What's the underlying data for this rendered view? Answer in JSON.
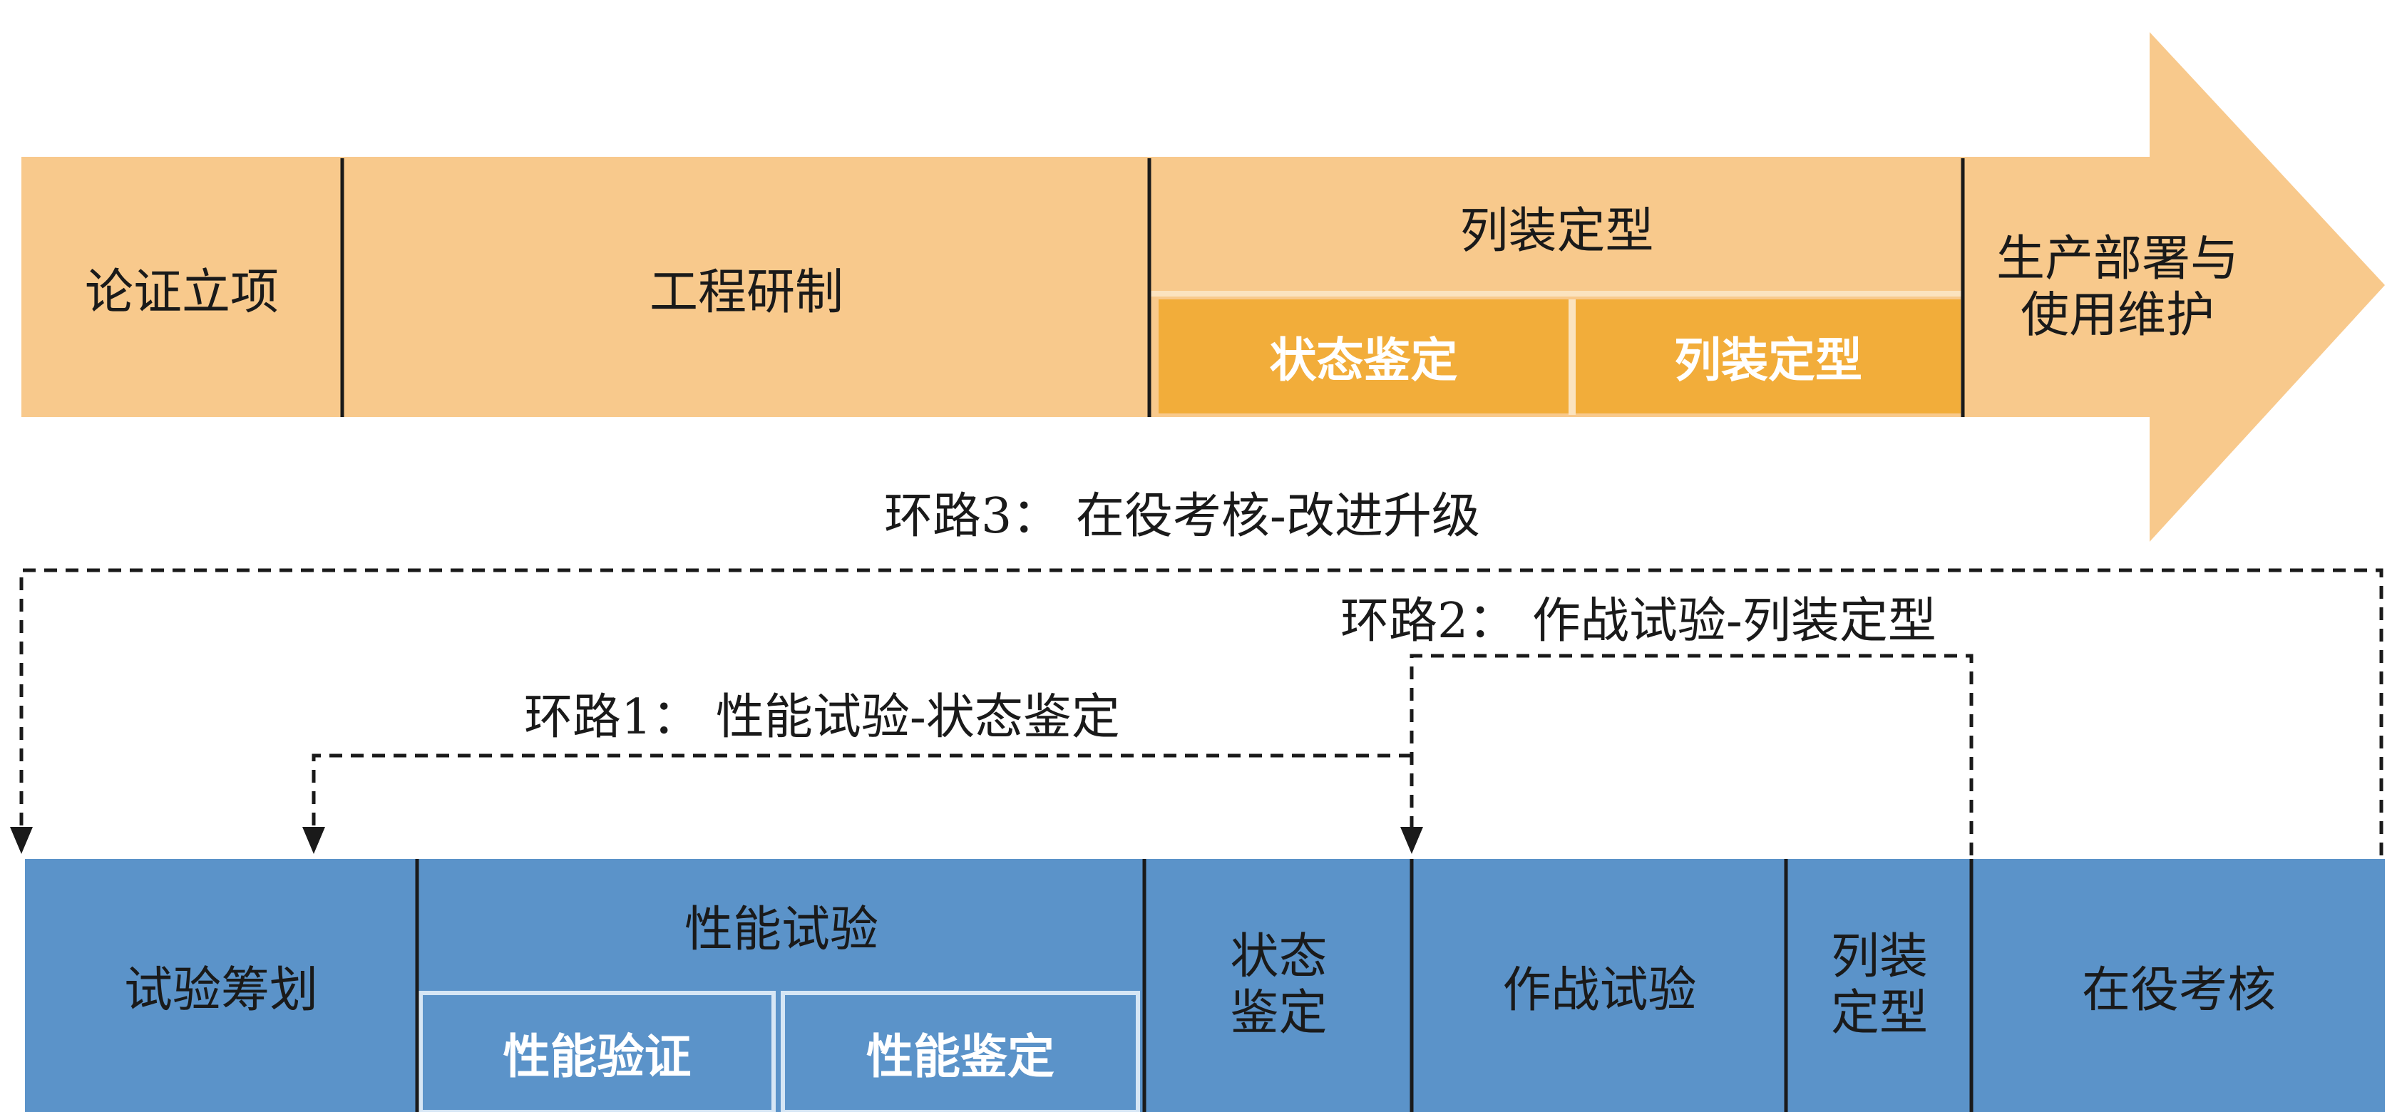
{
  "lifecycle": {
    "stage1": "论证立项",
    "stage2": "工程研制",
    "stage3": "列装定型",
    "stage3_sub1": "状态鉴定",
    "stage3_sub2": "列装定型",
    "stage4_line1": "生产部署与",
    "stage4_line2": "使用维护"
  },
  "loops": {
    "loop1": "环路1： 性能试验-状态鉴定",
    "loop2": "环路2： 作战试验-列装定型",
    "loop3": "环路3： 在役考核-改进升级"
  },
  "test_flow": {
    "planning": "试验筹划",
    "performance": "性能试验",
    "perf_verify": "性能验证",
    "perf_appraise": "性能鉴定",
    "state_line1": "状态",
    "state_line2": "鉴定",
    "combat": "作战试验",
    "equip_line1": "列装",
    "equip_line2": "定型",
    "in_service": "在役考核"
  },
  "colors": {
    "top_band": "#f8c98c",
    "top_sub": "#f2ad3a",
    "bottom_band": "#5b93c9",
    "bottom_sub_border": "#d6e6f5",
    "divider": "#1a1a1a"
  }
}
